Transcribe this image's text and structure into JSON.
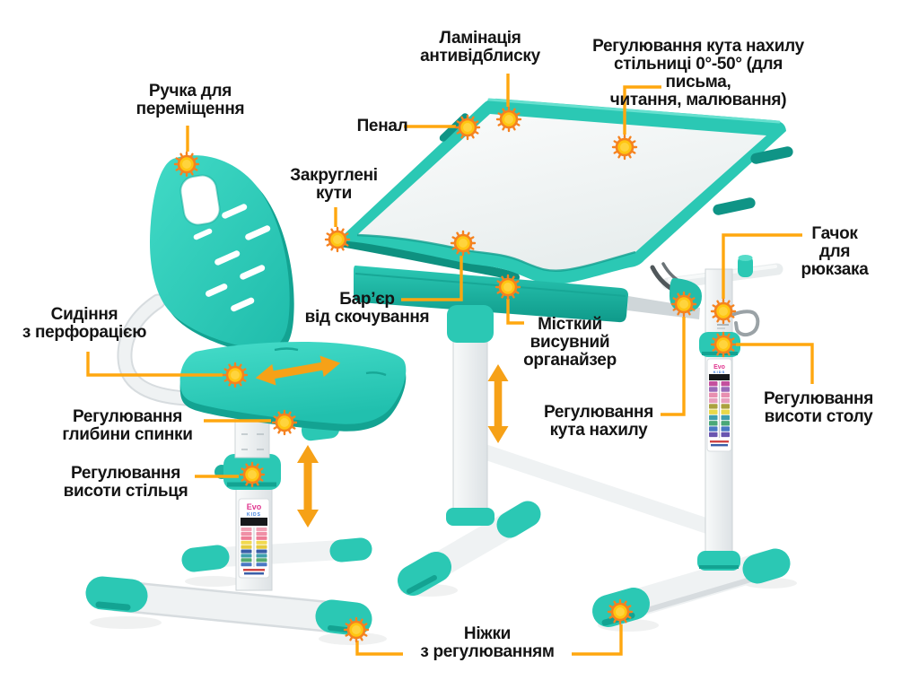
{
  "colors": {
    "teal": "#2bc8b4",
    "teal_dark": "#13a392",
    "teal_deep": "#0f9486",
    "teal_light": "#5fdccb",
    "tube_white": "#eff2f3",
    "tube_shadow": "#d7dcdf",
    "line_orange": "#ffa70f",
    "arrow_orange": "#f6a117",
    "sun_fill": "#ffc511",
    "sun_spike": "#f5821f",
    "label_text": "#141414"
  },
  "annotation_labels": {
    "move_handle": "Ручка для\nпереміщення",
    "lamination": "Ламінація\nантивідблиску",
    "tilt_range": "Регулювання кута нахилу\nстільниці 0°-50° (для письма,\nчитання, малювання)",
    "pencil_case": "Пенал",
    "rounded_corners": "Закруглені\nкути",
    "backpack_hook": "Гачок\nдля рюкзака",
    "perforated_seat": "Сидіння\nз перфорацією",
    "anti_roll_barrier": "Бар’єр\nвід скочування",
    "organizer": "Місткий\nвисувний\nорганайзер",
    "tilt_adjust": "Регулювання\nкута нахилу",
    "desk_height_adjust": "Регулювання\nвисоти столу",
    "backrest_depth_adjust": "Регулювання\nглибини спинки",
    "chair_height_adjust": "Регулювання\nвисоти стільця",
    "adjustable_feet": "Ніжки\nз регулюванням"
  },
  "stickers": {
    "brand_top": "Evo",
    "brand_bottom": "KIDS",
    "chair_chart_rows": [
      "#f2a3b6",
      "#f08fa6",
      "#ee7d96",
      "#f2d94e",
      "#e6cb3c",
      "#3a5fa8",
      "#3f9fae",
      "#55ab6e",
      "#4a78c4"
    ],
    "desk_chart_rows": [
      "#c4509e",
      "#9a6ab8",
      "#e88fb0",
      "#e8a0bc",
      "#aaa23e",
      "#e8d84a",
      "#3f9fae",
      "#4aa878",
      "#4a78c4",
      "#6a56b0"
    ]
  }
}
